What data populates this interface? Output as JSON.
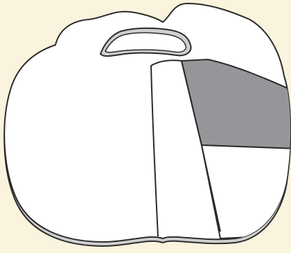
{
  "colors": {
    "background": "#faf3dd",
    "shape_fill": "#ffffff",
    "outline": "#2b2b2b",
    "rim": "#cfcfcf",
    "shaded_region": "#96969a"
  },
  "figure": {
    "description_text": "",
    "regions": [
      {
        "id": "left-lobe",
        "shaded": false
      },
      {
        "id": "center-strip",
        "shaded": false
      },
      {
        "id": "right-middle-strip",
        "shaded": false
      },
      {
        "id": "shaded-region",
        "shaded": true
      },
      {
        "id": "lower-right-region",
        "shaded": false
      },
      {
        "id": "upper-right-lobe",
        "shaded": false
      }
    ]
  }
}
